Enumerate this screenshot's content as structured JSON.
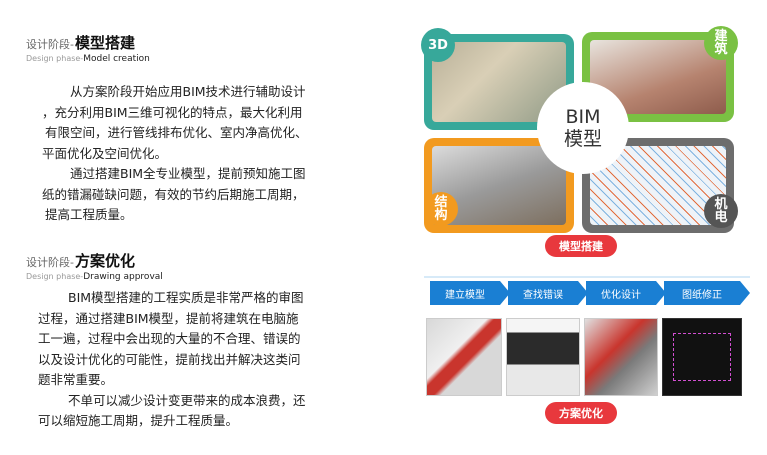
{
  "section1": {
    "phase_small": "设计阶段-",
    "phase_big": "模型搭建",
    "phase_en_prefix": "Design phase-",
    "phase_en": "Model creation",
    "para1_l1": "从方案阶段开始应用BIM技术进行辅助设计",
    "para1_l2": "，充分利用BIM三维可视化的特点，最大化利用",
    "para1_l3": "有限空间，进行管线排布优化、室内净高优化、",
    "para1_l4": "平面优化及空间优化。",
    "para2_l1": "通过搭建BIM全专业模型，提前预知施工图",
    "para2_l2": "纸的错漏碰缺问题，有效的节约后期施工周期，",
    "para2_l3": "提高工程质量。"
  },
  "section2": {
    "phase_small": "设计阶段-",
    "phase_big": "方案优化",
    "phase_en_prefix": "Design phase-",
    "phase_en": "Drawing approval",
    "para1_l1": "BIM模型搭建的工程实质是非常严格的审图",
    "para1_l2": "过程，通过搭建BIM模型，提前将建筑在电脑施",
    "para1_l3": "工一遍，过程中会出现的大量的不合理、错误的",
    "para1_l4": "以及设计优化的可能性，提前找出并解决这类问",
    "para1_l5": "题非常重要。",
    "para2_l1": "不单可以减少设计变更带来的成本浪费，还",
    "para2_l2": "可以缩短施工周期，提升工程质量。"
  },
  "bim_diagram": {
    "badge_3d": "3D",
    "badge_arch_1": "建",
    "badge_arch_2": "筑",
    "badge_struct_1": "结",
    "badge_struct_2": "构",
    "badge_mep_1": "机",
    "badge_mep_2": "电",
    "center_line1": "BIM",
    "center_line2": "模型",
    "caption": "模型搭建"
  },
  "steps": {
    "items": [
      "建立模型",
      "查找错误",
      "优化设计",
      "图纸修正"
    ],
    "caption": "方案优化"
  },
  "colors": {
    "green": "#7ac143",
    "teal": "#37a89a",
    "orange": "#f29a1f",
    "gray": "#6d6d6d",
    "red": "#e8383d",
    "blue": "#1a7fd3"
  }
}
